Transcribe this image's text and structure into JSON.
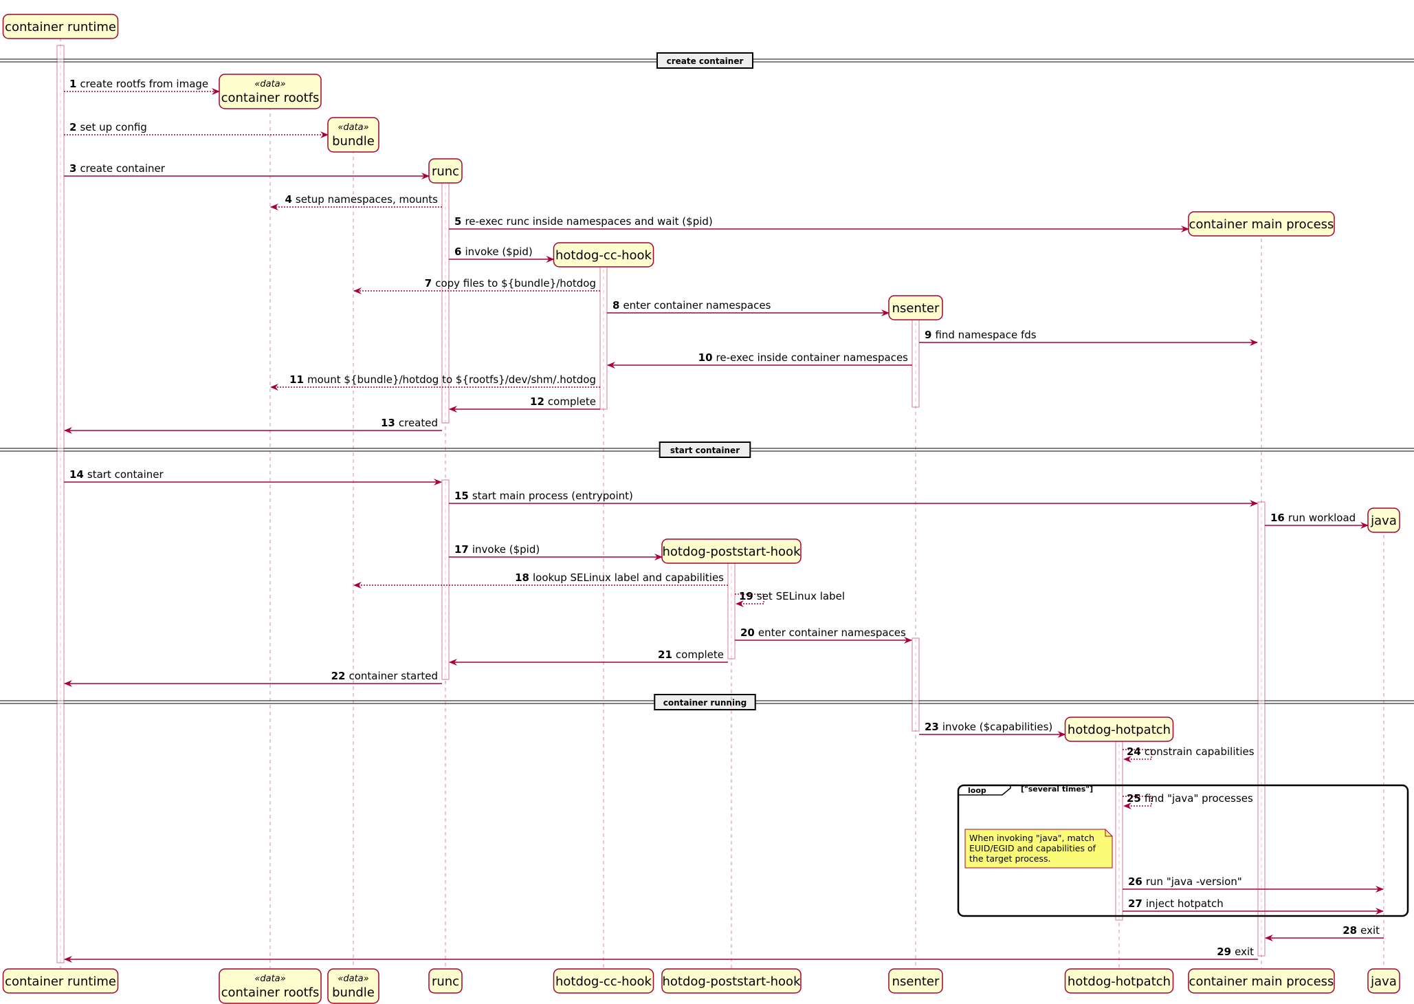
{
  "participants": [
    {
      "id": "runtime",
      "label": "container runtime",
      "stereotype": ""
    },
    {
      "id": "rootfs",
      "label": "container rootfs",
      "stereotype": "«data»"
    },
    {
      "id": "bundle",
      "label": "bundle",
      "stereotype": "«data»"
    },
    {
      "id": "runc",
      "label": "runc",
      "stereotype": ""
    },
    {
      "id": "cchook",
      "label": "hotdog-cc-hook",
      "stereotype": ""
    },
    {
      "id": "pshook",
      "label": "hotdog-poststart-hook",
      "stereotype": ""
    },
    {
      "id": "nsenter",
      "label": "nsenter",
      "stereotype": ""
    },
    {
      "id": "hotpatch",
      "label": "hotdog-hotpatch",
      "stereotype": ""
    },
    {
      "id": "main",
      "label": "container main process",
      "stereotype": ""
    },
    {
      "id": "java",
      "label": "java",
      "stereotype": ""
    }
  ],
  "sections": [
    {
      "label": "create container"
    },
    {
      "label": "start container"
    },
    {
      "label": "container running"
    }
  ],
  "messages": [
    {
      "num": "1",
      "text": "create rootfs from image",
      "from": "runtime",
      "to": "rootfs",
      "style": "dotted"
    },
    {
      "num": "2",
      "text": "set up config",
      "from": "runtime",
      "to": "bundle",
      "style": "dotted"
    },
    {
      "num": "3",
      "text": "create container",
      "from": "runtime",
      "to": "runc",
      "style": "solid"
    },
    {
      "num": "4",
      "text": "setup namespaces, mounts",
      "from": "runc",
      "to": "rootfs",
      "style": "dotted"
    },
    {
      "num": "5",
      "text": "re-exec runc inside namespaces and wait ($pid)",
      "from": "runc",
      "to": "main",
      "style": "solid"
    },
    {
      "num": "6",
      "text": "invoke ($pid)",
      "from": "runc",
      "to": "cchook",
      "style": "solid"
    },
    {
      "num": "7",
      "text": "copy files to ${bundle}/hotdog",
      "from": "cchook",
      "to": "bundle",
      "style": "dotted"
    },
    {
      "num": "8",
      "text": "enter container namespaces",
      "from": "cchook",
      "to": "nsenter",
      "style": "solid"
    },
    {
      "num": "9",
      "text": "find namespace fds",
      "from": "nsenter",
      "to": "main",
      "style": "solid"
    },
    {
      "num": "10",
      "text": "re-exec inside container namespaces",
      "from": "nsenter",
      "to": "cchook",
      "style": "solid"
    },
    {
      "num": "11",
      "text": "mount ${bundle}/hotdog to ${rootfs}/dev/shm/.hotdog",
      "from": "cchook",
      "to": "rootfs",
      "style": "dotted"
    },
    {
      "num": "12",
      "text": "complete",
      "from": "cchook",
      "to": "runc",
      "style": "solid"
    },
    {
      "num": "13",
      "text": "created",
      "from": "runc",
      "to": "runtime",
      "style": "solid"
    },
    {
      "num": "14",
      "text": "start container",
      "from": "runtime",
      "to": "runc",
      "style": "solid"
    },
    {
      "num": "15",
      "text": "start main process (entrypoint)",
      "from": "runc",
      "to": "main",
      "style": "solid"
    },
    {
      "num": "16",
      "text": "run workload",
      "from": "main",
      "to": "java",
      "style": "solid"
    },
    {
      "num": "17",
      "text": "invoke ($pid)",
      "from": "runc",
      "to": "pshook",
      "style": "solid"
    },
    {
      "num": "18",
      "text": "lookup SELinux label and capabilities",
      "from": "pshook",
      "to": "bundle",
      "style": "dotted"
    },
    {
      "num": "19",
      "text": "set SELinux label",
      "from": "pshook",
      "to": "pshook",
      "style": "dotted"
    },
    {
      "num": "20",
      "text": "enter container namespaces",
      "from": "pshook",
      "to": "nsenter",
      "style": "solid"
    },
    {
      "num": "21",
      "text": "complete",
      "from": "pshook",
      "to": "runc",
      "style": "solid"
    },
    {
      "num": "22",
      "text": "container started",
      "from": "runc",
      "to": "runtime",
      "style": "solid"
    },
    {
      "num": "23",
      "text": "invoke ($capabilities)",
      "from": "nsenter",
      "to": "hotpatch",
      "style": "solid"
    },
    {
      "num": "24",
      "text": "constrain capabilities",
      "from": "hotpatch",
      "to": "hotpatch",
      "style": "dotted"
    },
    {
      "num": "25",
      "text": "find \"java\" processes",
      "from": "hotpatch",
      "to": "hotpatch",
      "style": "dotted"
    },
    {
      "num": "26",
      "text": "run \"java -version\"",
      "from": "hotpatch",
      "to": "java",
      "style": "solid"
    },
    {
      "num": "27",
      "text": "inject hotpatch",
      "from": "hotpatch",
      "to": "java",
      "style": "solid"
    },
    {
      "num": "28",
      "text": "exit",
      "from": "java",
      "to": "main",
      "style": "solid"
    },
    {
      "num": "29",
      "text": "exit",
      "from": "main",
      "to": "runtime",
      "style": "solid"
    }
  ],
  "loop": {
    "keyword": "loop",
    "condition": "[\"several times\"]"
  },
  "note": {
    "lines": [
      "When invoking \"java\", match",
      "EUID/EGID and capabilities of",
      "the target process."
    ]
  },
  "colors": {
    "arrow": "#a80036",
    "participant_fill": "#fefece",
    "participant_border": "#a80036",
    "lifeline": "#a80036",
    "note_fill": "#fbfb77",
    "section_fill": "#eeeeee"
  }
}
